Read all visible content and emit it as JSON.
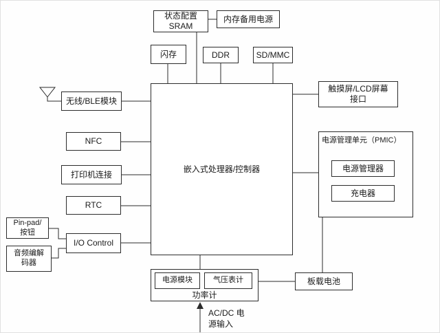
{
  "diagram": {
    "boxes": {
      "sram": {
        "label": "状态配置\nSRAM"
      },
      "mem_backup": {
        "label": "内存备用电源"
      },
      "flash": {
        "label": "闪存"
      },
      "ddr": {
        "label": "DDR"
      },
      "sdmmc": {
        "label": "SD/MMC"
      },
      "cpu": {
        "label": "嵌入式处理器/控制器"
      },
      "wireless": {
        "label": "无线/BLE模块"
      },
      "nfc": {
        "label": "NFC"
      },
      "printer": {
        "label": "打印机连接"
      },
      "rtc": {
        "label": "RTC"
      },
      "io": {
        "label": "I/O Control"
      },
      "pinpad": {
        "label": "Pin-pad/\n按钮"
      },
      "audio": {
        "label": "音频编解\n码器"
      },
      "lcd": {
        "label": "触摸屏/LCD屏幕\n接口"
      },
      "pmic": {
        "label": "电源管理单元（PMIC）"
      },
      "power_manager": {
        "label": "电源管理器"
      },
      "charger": {
        "label": "充电器"
      },
      "power_meter": {
        "label": "功率计"
      },
      "power_module": {
        "label": "电源模块"
      },
      "barometer": {
        "label": "气压表计"
      },
      "battery": {
        "label": "板载电池"
      },
      "acdc": {
        "label": "AC/DC 电\n源输入"
      }
    },
    "colors": {
      "line": "#2b2b2b",
      "box_border": "#2b2b2b",
      "background": "#fefefe"
    }
  }
}
